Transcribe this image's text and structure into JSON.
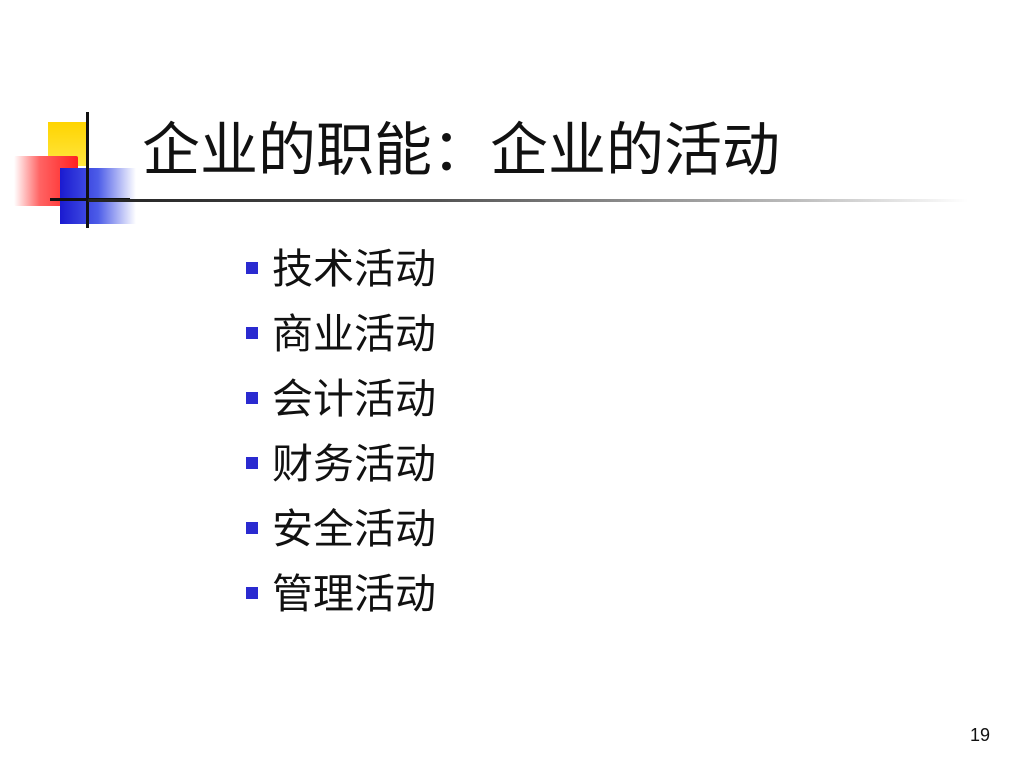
{
  "slide": {
    "title": "企业的职能：企业的活动",
    "bullets": [
      {
        "label": "技术活动"
      },
      {
        "label": "商业活动"
      },
      {
        "label": "会计活动"
      },
      {
        "label": "财务活动"
      },
      {
        "label": "安全活动"
      },
      {
        "label": "管理活动"
      }
    ],
    "page_number": "19"
  },
  "colors": {
    "bullet": "#2a2ad0",
    "logo_yellow": "#ffd400",
    "logo_red": "#ff2020",
    "logo_blue": "#1a1ad0",
    "text": "#111111"
  }
}
